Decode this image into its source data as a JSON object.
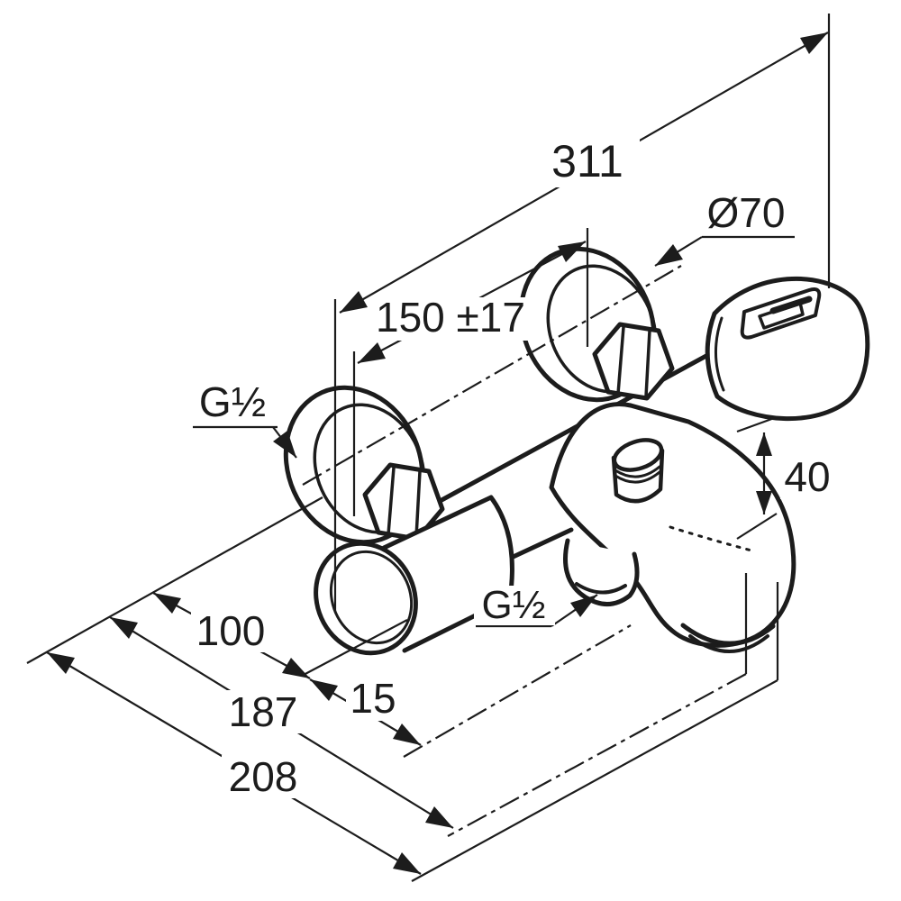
{
  "page": {
    "background": "#ffffff"
  },
  "drawing": {
    "type": "technical dimension drawing",
    "subject": "wall-mounted thermostatic bath and shower mixer tap, perspective view",
    "line_color": "#1c1c1c",
    "labels": {
      "overall_depth": "311",
      "escutcheon_diameter": "Ø70",
      "connection_spacing": "150 ±17",
      "inlet_thread": "G½",
      "spout_height": "40",
      "handle_projection": "100",
      "outlet_offset": "15",
      "outlet_projection": "187",
      "spout_projection": "208",
      "shower_outlet_thread": "G½"
    }
  }
}
